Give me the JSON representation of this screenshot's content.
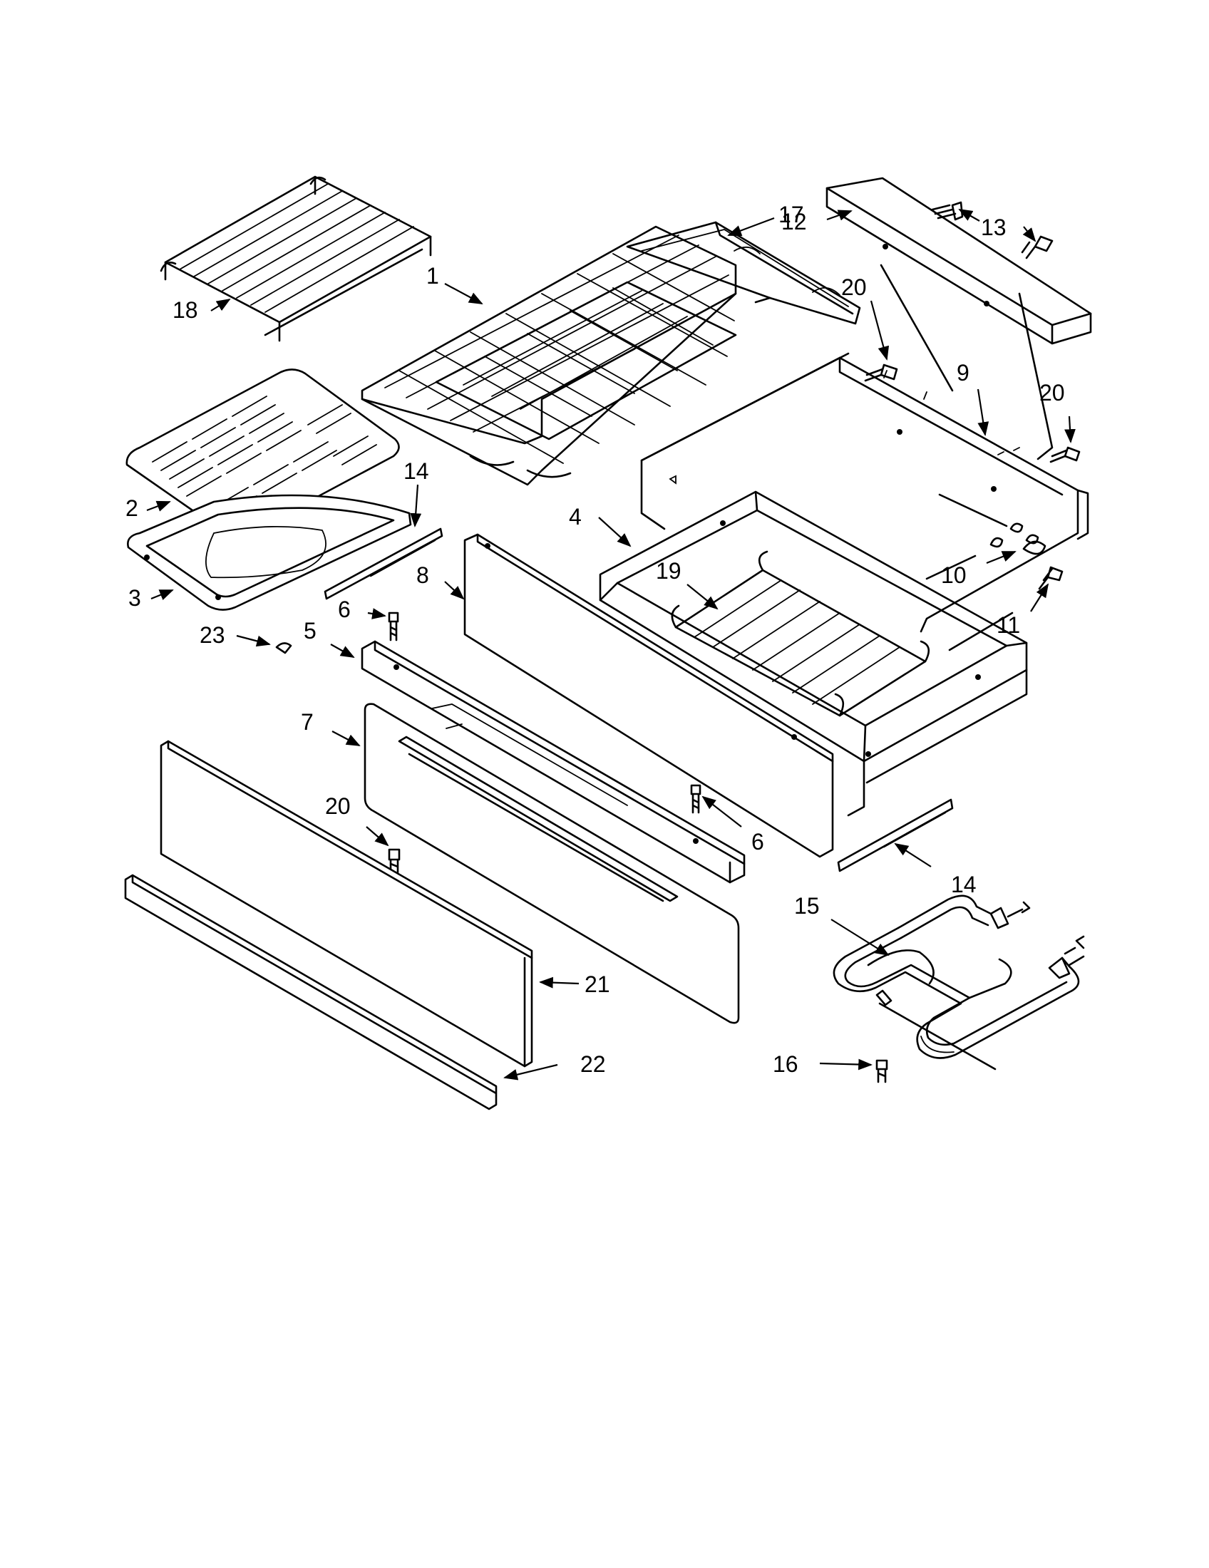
{
  "diagram": {
    "callouts": {
      "c1": "1",
      "c2": "2",
      "c3": "3",
      "c4": "4",
      "c5": "5",
      "c6a": "6",
      "c6b": "6",
      "c7": "7",
      "c8": "8",
      "c9": "9",
      "c10": "10",
      "c11": "11",
      "c12": "12",
      "c13": "13",
      "c14a": "14",
      "c14b": "14",
      "c15": "15",
      "c16": "16",
      "c17": "17",
      "c18": "18",
      "c19": "19",
      "c20a": "20",
      "c20b": "20",
      "c20c": "20",
      "c21": "21",
      "c22": "22",
      "c23": "23"
    }
  }
}
